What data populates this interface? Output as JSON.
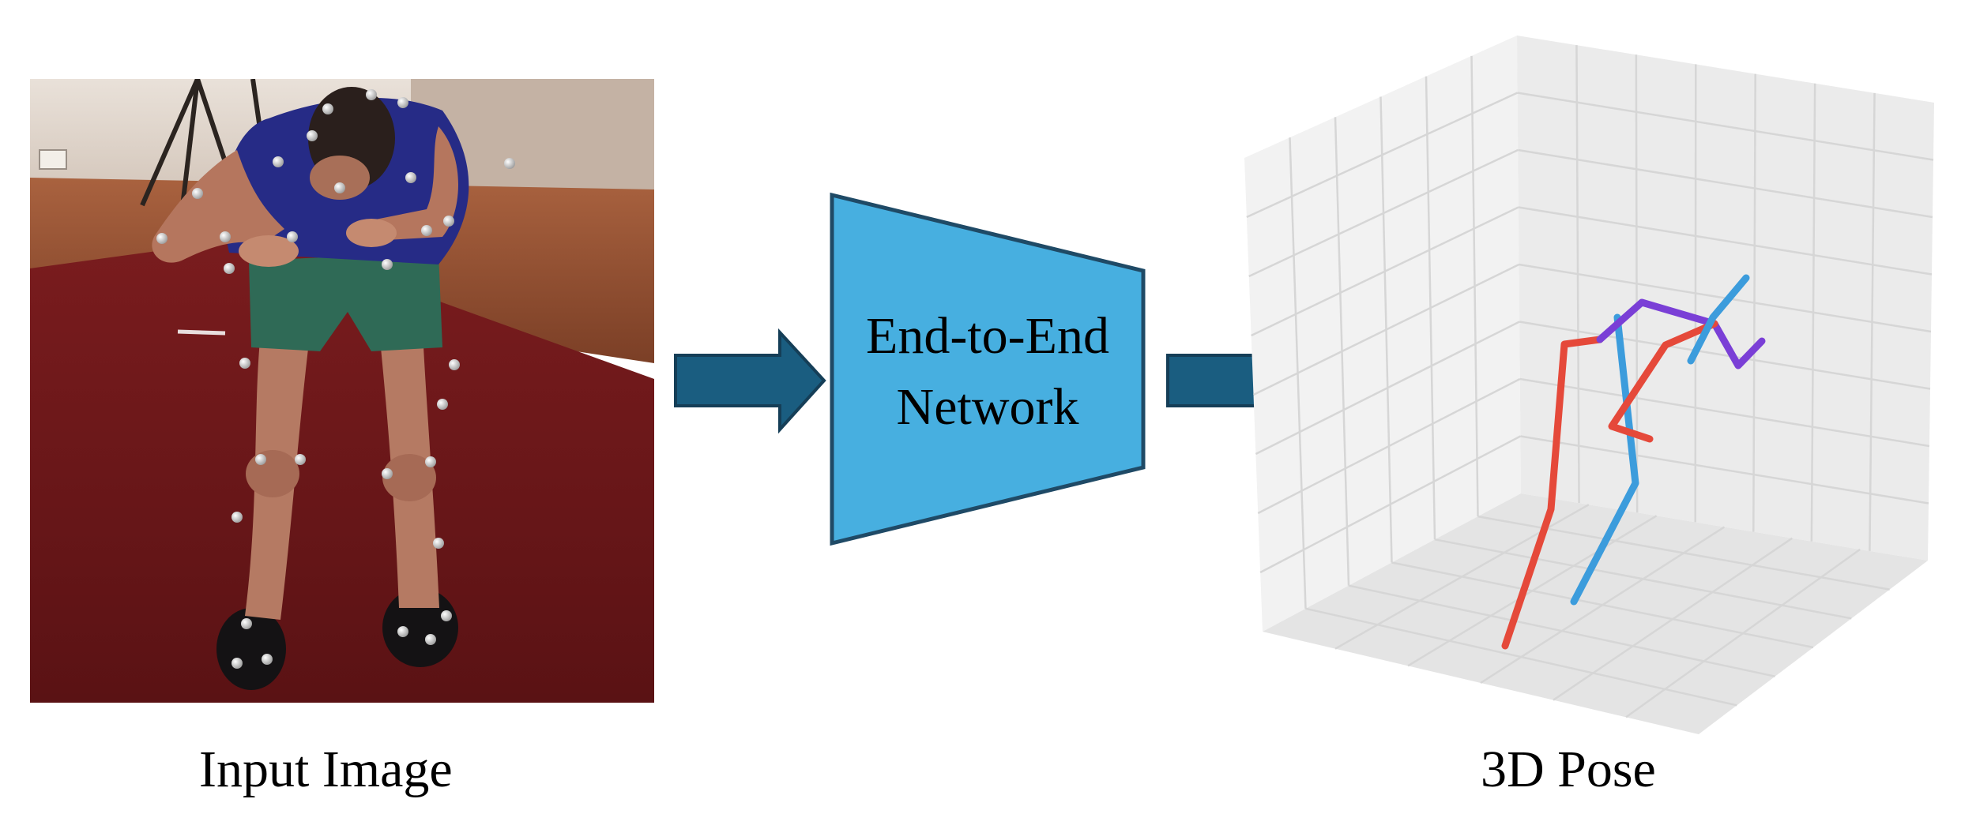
{
  "diagram": {
    "input_caption": "Input Image",
    "network_label_line1": "End-to-End",
    "network_label_line2": "Network",
    "output_caption": "3D Pose"
  },
  "colors": {
    "network_fill": "#47afe0",
    "network_stroke": "#1f4a66",
    "arrow_fill": "#1a5d80",
    "arrow_stroke": "#153e57",
    "pose_red": "#e5493a",
    "pose_blue": "#3c9cdc",
    "pose_purple": "#7a3fd6"
  },
  "icons": {
    "input": "photo-of-person-with-motion-capture-markers",
    "output": "3d-skeleton-plot"
  }
}
